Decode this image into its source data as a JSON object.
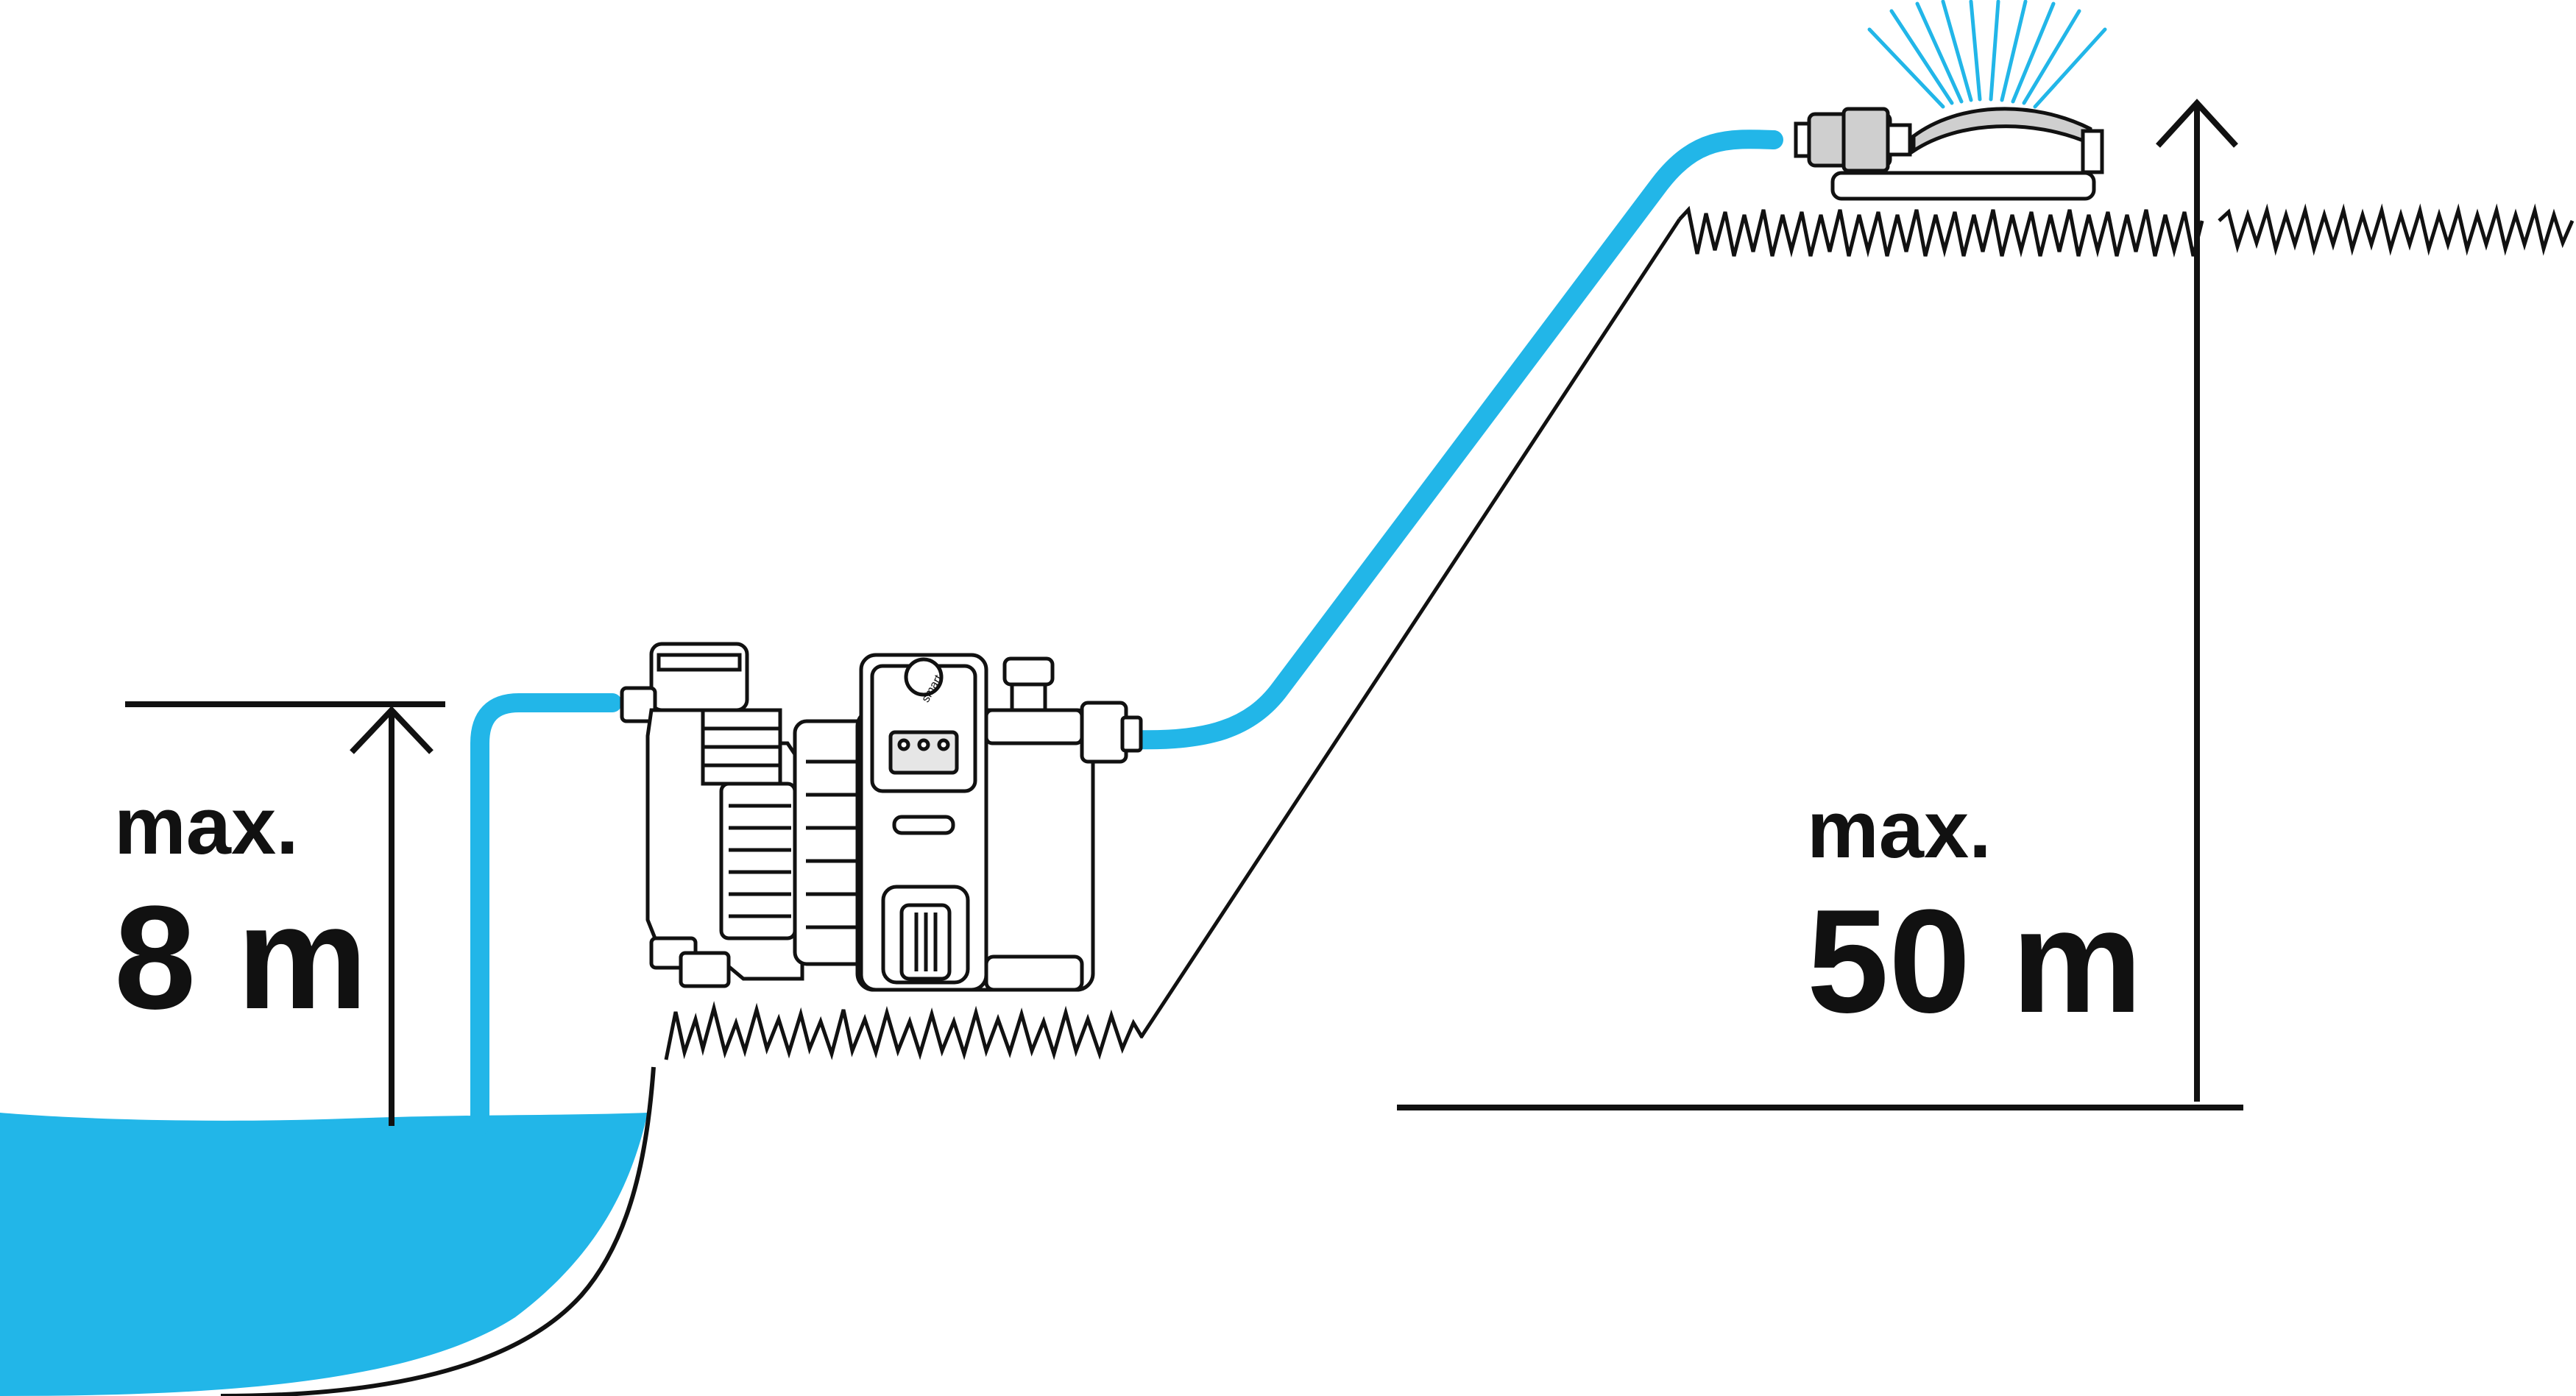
{
  "suction": {
    "label_max": "max.",
    "label_value": "8 m"
  },
  "delivery": {
    "label_max": "max.",
    "label_value": "50 m"
  },
  "pump": {
    "brand_text": "smart"
  },
  "colors": {
    "water": "#22b6e8",
    "line": "#111111",
    "background": "#ffffff"
  }
}
